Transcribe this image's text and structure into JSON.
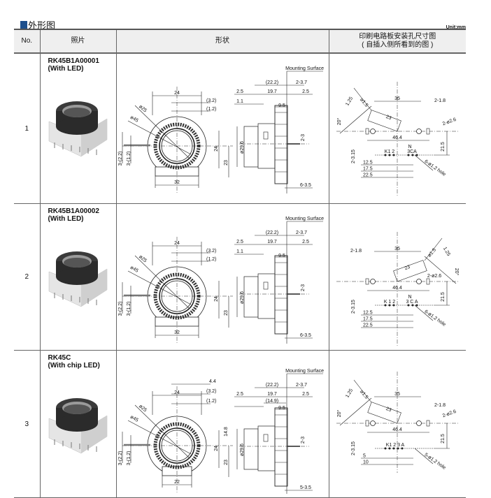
{
  "section_title": "外形图",
  "unit": "Unit:mm",
  "headers": {
    "no": "No.",
    "photo": "照片",
    "shape": "形状",
    "pcb_line1": "印刷电路板安装孔尺寸图",
    "pcb_line2": "( 自插入侧所看到的图 )"
  },
  "colors": {
    "accent": "#1d4f8c",
    "header_bg": "#efefef"
  },
  "rows": [
    {
      "no": "1",
      "model": "RK45B1A00001",
      "led": "(With LED)",
      "front": {
        "w24": "24",
        "d32": "(3.2)",
        "d12": "(1.2)",
        "phi25": "ø25",
        "phi45": "ø45",
        "h22": "3-(2.2)",
        "h12": "3-(1.2)",
        "v24": "24",
        "v23": "23",
        "b": "32"
      },
      "side": {
        "ms": "Mounting Surface",
        "l222": "(22.2)",
        "r237": "2-3.7",
        "a25": "2.5",
        "l197": "19.7",
        "b25": "2.5",
        "l11": "1.1",
        "l95": "9.5",
        "phi": "ø29.6",
        "v23": "2-3",
        "pins": "6-3.5"
      },
      "pcb": {
        "d35": "35",
        "d218": "2-1.8",
        "d26": "2-ø2.6",
        "d23": "23",
        "p15": "ø1.5",
        "d125": "1.25",
        "ang": "20°",
        "d464": "46.4",
        "d315": "2-3.15",
        "d215": "21.5",
        "n": "N",
        "pl": "K1 2",
        "pr": "3CA",
        "s1": "12.5",
        "s2": "17.5",
        "s3": "22.5",
        "hole": "6-ø1.2 hole"
      }
    },
    {
      "no": "2",
      "model": "RK45B1A00002",
      "led": "(With LED)",
      "front": {
        "w24": "24",
        "d32": "(3.2)",
        "d12": "(1.2)",
        "phi25": "ø25",
        "phi45": "ø45",
        "h22": "3-(2.2)",
        "h12": "3-(1.2)",
        "v24": "24",
        "v23": "23",
        "b": "32"
      },
      "side": {
        "ms": "Mounting Surface",
        "l222": "(22.2)",
        "r237": "2-3.7",
        "a25": "2.5",
        "l197": "19.7",
        "b25": "2.5",
        "l11": "1.1",
        "l95": "9.5",
        "phi": "ø29.6",
        "v23": "2-3",
        "pins": "6-3.5"
      },
      "pcb": {
        "d35": "35",
        "d218": "2-1.8",
        "d26": "2-ø2.6",
        "d23": "23",
        "p15": "ø1.5",
        "d125": "1.25",
        "ang": "20°",
        "d464": "46.4",
        "d315": "2-3.15",
        "d215": "21.5",
        "n": "N",
        "pl": "K 1 2",
        "pr": "3 C A",
        "s1": "12.5",
        "s2": "17.5",
        "s3": "22.5",
        "hole": "6-ø1.2 hole"
      }
    },
    {
      "no": "3",
      "model": "RK45C",
      "led": "(With chip LED)",
      "front": {
        "w24": "24",
        "d44": "4.4",
        "d32": "(3.2)",
        "d12": "(1.2)",
        "phi25": "ø25",
        "phi45": "ø45",
        "h22": "3-(2.2)",
        "h12": "3-(1.2)",
        "v148": "14.8",
        "v24": "24",
        "v23": "23",
        "b": "22"
      },
      "side": {
        "ms": "Mounting Surface",
        "l222": "(22.2)",
        "r237": "2-3.7",
        "a25": "2.5",
        "l197": "19.7",
        "b25": "2.5",
        "l149": "(14.9)",
        "l95": "9.5",
        "phi": "ø29.6",
        "v23": "2-3",
        "pins": "5-3.5"
      },
      "pcb": {
        "d35": "35",
        "d218": "2-1.8",
        "d26": "2-ø2.6",
        "d23": "23",
        "p15": "ø1.5",
        "d125": "1.25",
        "ang": "20°",
        "d464": "46.4",
        "d315": "2-3.15",
        "d215": "21.5",
        "pl": "K1 2 3 A",
        "s1": "5",
        "s2": "10",
        "hole": "5-ø1.2 hole"
      }
    }
  ]
}
